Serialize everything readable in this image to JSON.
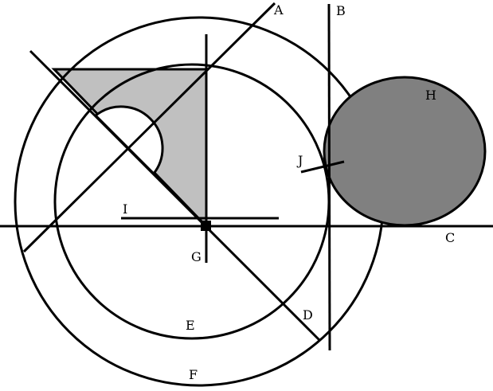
{
  "labels": {
    "A": "A",
    "B": "B",
    "C": "C",
    "D": "D",
    "E": "E",
    "F": "F",
    "G": "G",
    "H": "H",
    "I": "I",
    "J": "J"
  },
  "colors": {
    "stroke": "#000000",
    "shaded_region": "#c0c0c0",
    "circle_h_fill": "#808080",
    "background": "#ffffff"
  }
}
